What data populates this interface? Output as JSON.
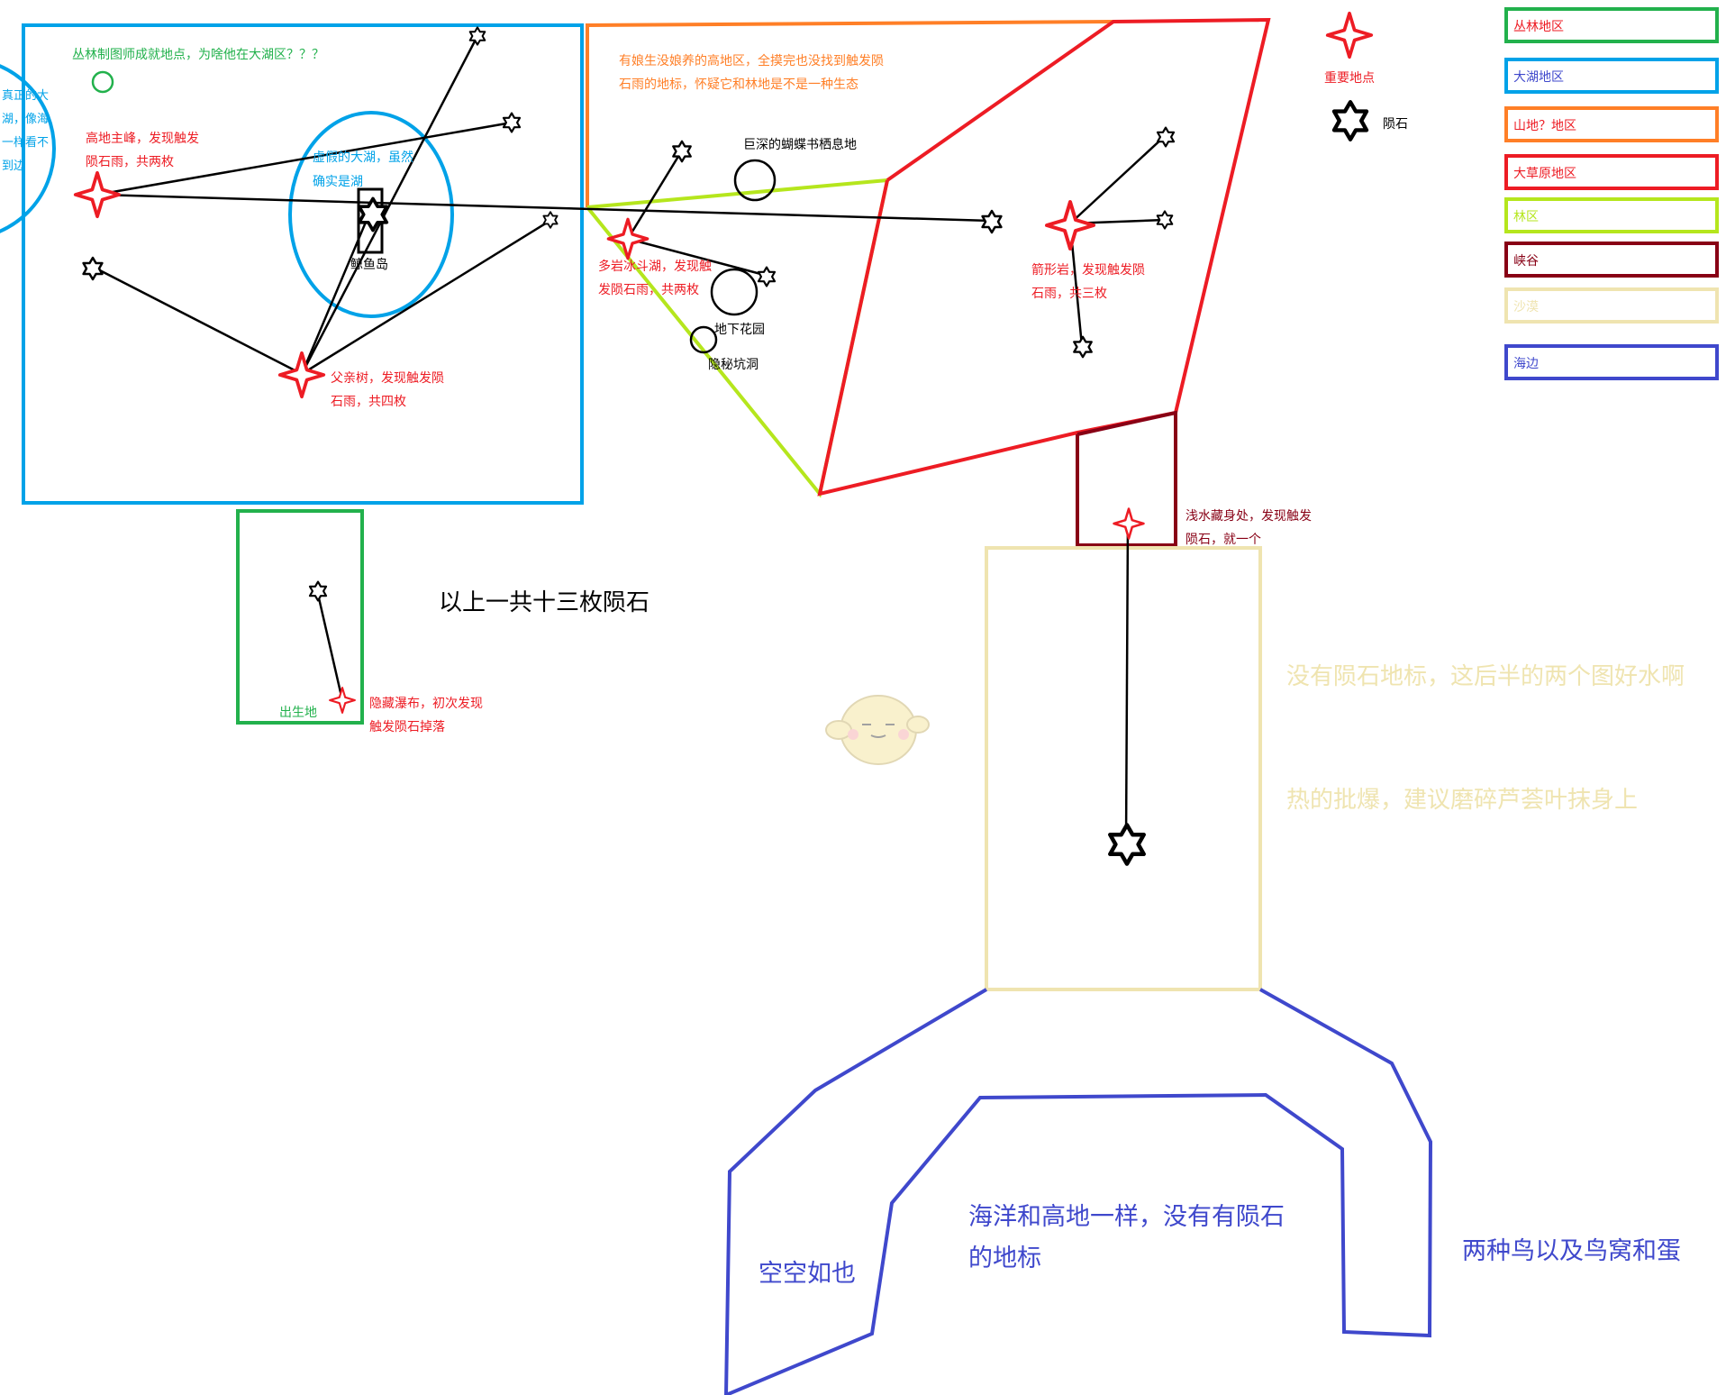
{
  "legend": {
    "important": "重要地点",
    "meteorite": "陨石",
    "regions": [
      {
        "label": "丛林地区",
        "color": "#22b14c"
      },
      {
        "label": "大湖地区",
        "color": "#00a2e8"
      },
      {
        "label": "山地？地区",
        "color": "#ff7f27"
      },
      {
        "label": "大草原地区",
        "color": "#ed1c24"
      },
      {
        "label": "林区",
        "color": "#b5e61d"
      },
      {
        "label": "峡谷",
        "color": "#880015"
      },
      {
        "label": "沙漠",
        "color": "#efe4b0"
      },
      {
        "label": "海边",
        "color": "#3f48cc"
      }
    ]
  },
  "colors": {
    "jungle": "#22b14c",
    "lake": "#00a2e8",
    "mountain": "#ff7f27",
    "prairie": "#ed1c24",
    "forest": "#b5e61d",
    "canyon": "#880015",
    "desert": "#efe4b0",
    "sea": "#3f48cc",
    "lake_text": "#00a2e8",
    "important": "#ed1c24",
    "ink": "#000000"
  },
  "map": {
    "true_lake": [
      "真正的大",
      "湖，像海",
      "一样看不",
      "到边"
    ],
    "jungle_mapmaker": "丛林制图师成就地点，为啥他在大湖区？？？",
    "highland_peak": [
      "高地主峰，发现触发",
      "陨石雨，共两枚"
    ],
    "fake_lake": [
      "虚假的大湖，虽然",
      "确实是湖"
    ],
    "whale_island": "鲸鱼岛",
    "father_tree": [
      "父亲树，发现触发陨",
      "石雨，共四枚"
    ],
    "mountain_note": [
      "有娘生没娘养的高地区，全摸完也没找到触发陨",
      "石雨的地标，怀疑它和林地是不是一种生态"
    ],
    "butterfly": "巨深的蝴蝶书栖息地",
    "rock_funnel": [
      "多岩冰斗湖，发现触",
      "发陨石雨，共两枚"
    ],
    "underground_garden": "地下花园",
    "hidden_pit": "隐秘坑洞",
    "arrow_rock": [
      "箭形岩，发现触发陨",
      "石雨，共三枚"
    ],
    "shallow_hide": [
      "浅水藏身处，发现触发",
      "陨石，就一个"
    ],
    "total": "以上一共十三枚陨石",
    "birthplace": "出生地",
    "waterfall": [
      "隐藏瀑布，初次发现",
      "触发陨石掉落"
    ],
    "desert_note1": "没有陨石地标，这后半的两个图好水啊",
    "desert_note2": "热的批爆，建议磨碎芦荟叶抹身上",
    "sea_note": [
      "海洋和高地一样，没有有陨石",
      "的地标"
    ],
    "sea_empty": "空空如也",
    "sea_birds": "两种鸟以及鸟窝和蛋"
  }
}
